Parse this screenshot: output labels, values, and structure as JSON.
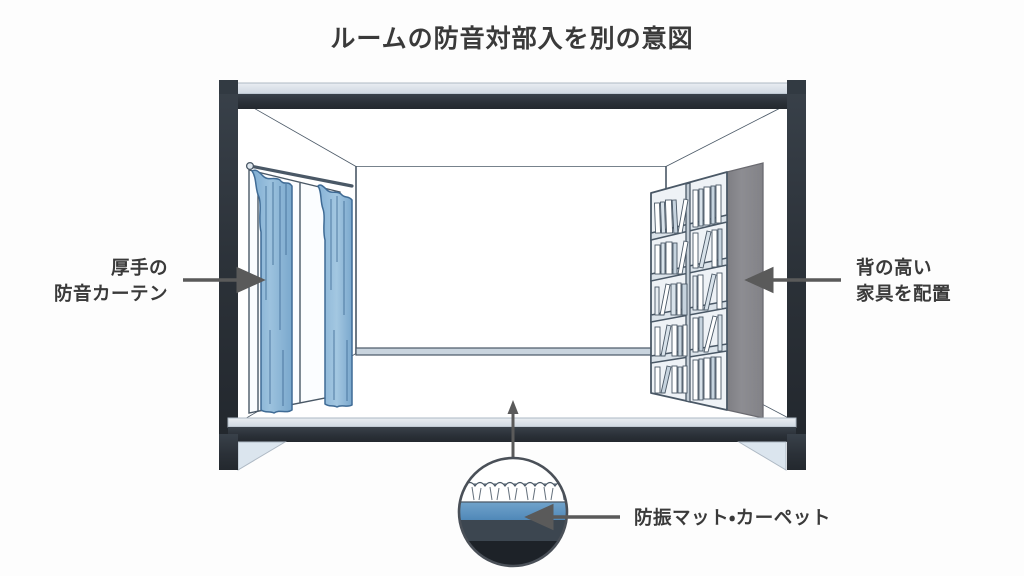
{
  "page": {
    "title": "ルームの防音対部入を別の意図",
    "background_color": "#fdfdfd"
  },
  "diagram": {
    "name": "soundproof-room-cross-section",
    "frame_color": "#2b3138",
    "wall_line_color": "#3d4a57",
    "curtain_color": "#8fb8d8",
    "curtain_dark_color": "#6e9cc4",
    "shelf_panel_color": "#8a8a8e",
    "shelf_frame_color": "#4a5866",
    "mat_color": "#5e96c4",
    "arrow_color": "#5a5a5a",
    "floor_dark_color": "#3c4650",
    "floor_black_color": "#1d2228"
  },
  "annotations": [
    {
      "id": "curtain",
      "name": "annotation-curtain",
      "lines": [
        "厚手の",
        "防音カーテン"
      ],
      "arrow_direction": "right",
      "side": "left"
    },
    {
      "id": "furniture",
      "name": "annotation-furniture",
      "lines": [
        "背の高い",
        "家具を配置"
      ],
      "arrow_direction": "left",
      "side": "right"
    },
    {
      "id": "mat",
      "name": "annotation-mat",
      "lines": [
        "防振マット・カーペット"
      ],
      "arrow_direction": "left",
      "side": "bottom"
    }
  ],
  "magnifier": {
    "name": "floor-layer-magnifier",
    "layers": [
      {
        "name": "carpet-pile",
        "color": "#ffffff"
      },
      {
        "name": "vibration-mat",
        "color": "#5e96c4"
      },
      {
        "name": "subfloor",
        "color": "#3c4650"
      },
      {
        "name": "base-slab",
        "color": "#1d2228"
      }
    ]
  },
  "elements": {
    "room_frame": "room-frame",
    "back_wall": "back-wall",
    "left_curtain": "left-curtain",
    "bookshelf": "bookshelf",
    "floor": "floor"
  }
}
